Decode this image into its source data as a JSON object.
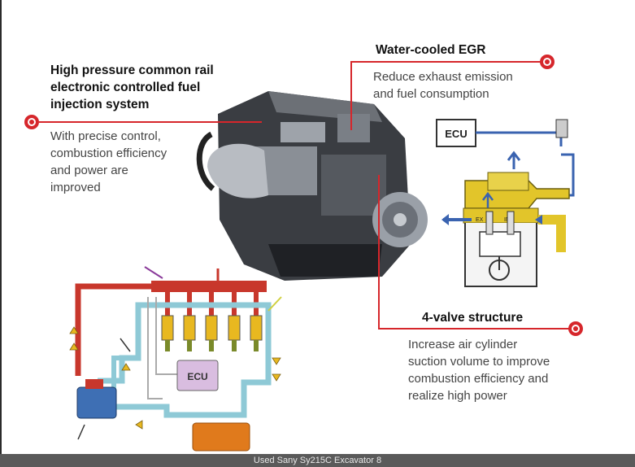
{
  "callouts": {
    "high_pressure": {
      "title_lines": [
        "High pressure common rail",
        "electronic controlled fuel",
        "injection system"
      ],
      "desc_lines": [
        "With precise control,",
        "combustion efficiency",
        "and power are",
        "improved"
      ]
    },
    "egr": {
      "title": "Water-cooled EGR",
      "desc_lines": [
        "Reduce exhaust emission",
        "and fuel consumption"
      ]
    },
    "four_valve": {
      "title": "4-valve structure",
      "desc_lines": [
        "Increase air cylinder",
        "suction volume to improve",
        "combustion efficiency and",
        "realize high power"
      ]
    }
  },
  "egr_diagram": {
    "ecu_label": "ECU",
    "exhaust_label": "EX",
    "intake_label": "IN"
  },
  "fuel_diagram": {
    "ecu_label": "ECU"
  },
  "caption": "Used Sany Sy215C Excavator 8",
  "colors": {
    "callout_red": "#d6262b",
    "fuel_red": "#c8372c",
    "fuel_blue": "#8ec9d6",
    "egr_yellow": "#e2c52a",
    "tank_orange": "#e07a1c",
    "ecu_purple": "#d9bde0"
  }
}
